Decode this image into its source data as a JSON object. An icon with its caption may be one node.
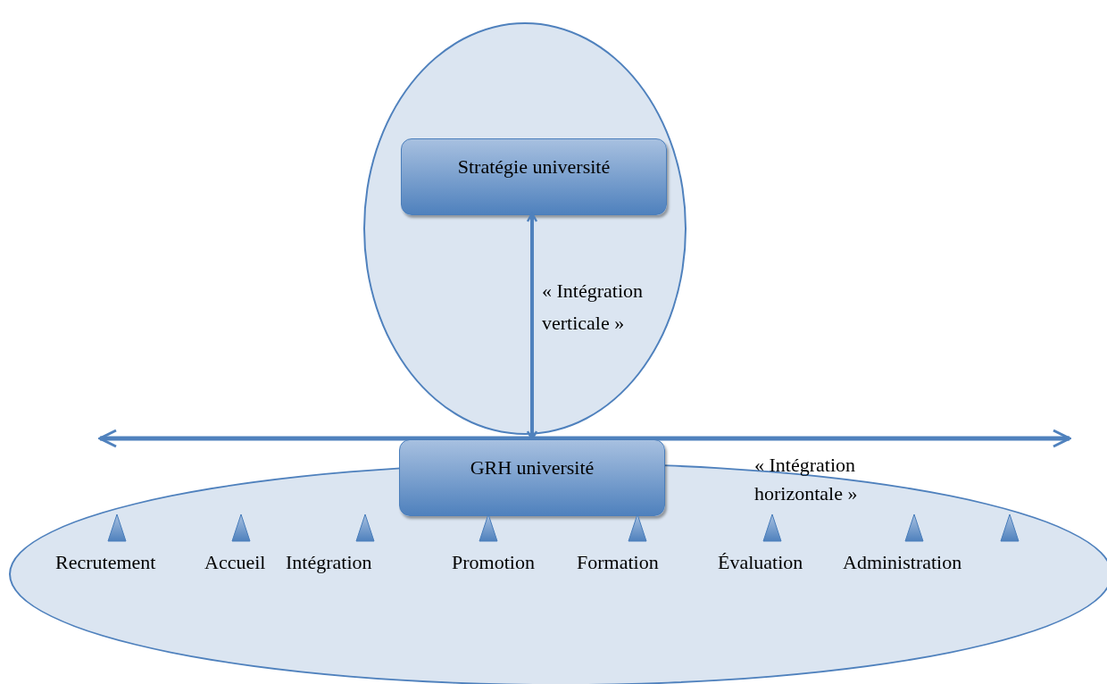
{
  "diagram": {
    "nodes": [
      {
        "text": [],
        "shape": "ellipse"
      },
      {
        "text": [
          "Stratégie université"
        ],
        "in": 0
      },
      {
        "text": [],
        "shape": "ellipse"
      },
      {
        "text": [
          "GRH université"
        ]
      }
    ],
    "edges": [
      {
        "from": 1,
        "to": 3,
        "arrow": "both",
        "label": "« Intégration verticale »"
      }
    ],
    "labels": [
      "« Intégration horizontale »",
      "Recrutement",
      "Accueil",
      "Intégration",
      "Promotion",
      "Formation",
      "Évaluation",
      "Administration"
    ]
  }
}
